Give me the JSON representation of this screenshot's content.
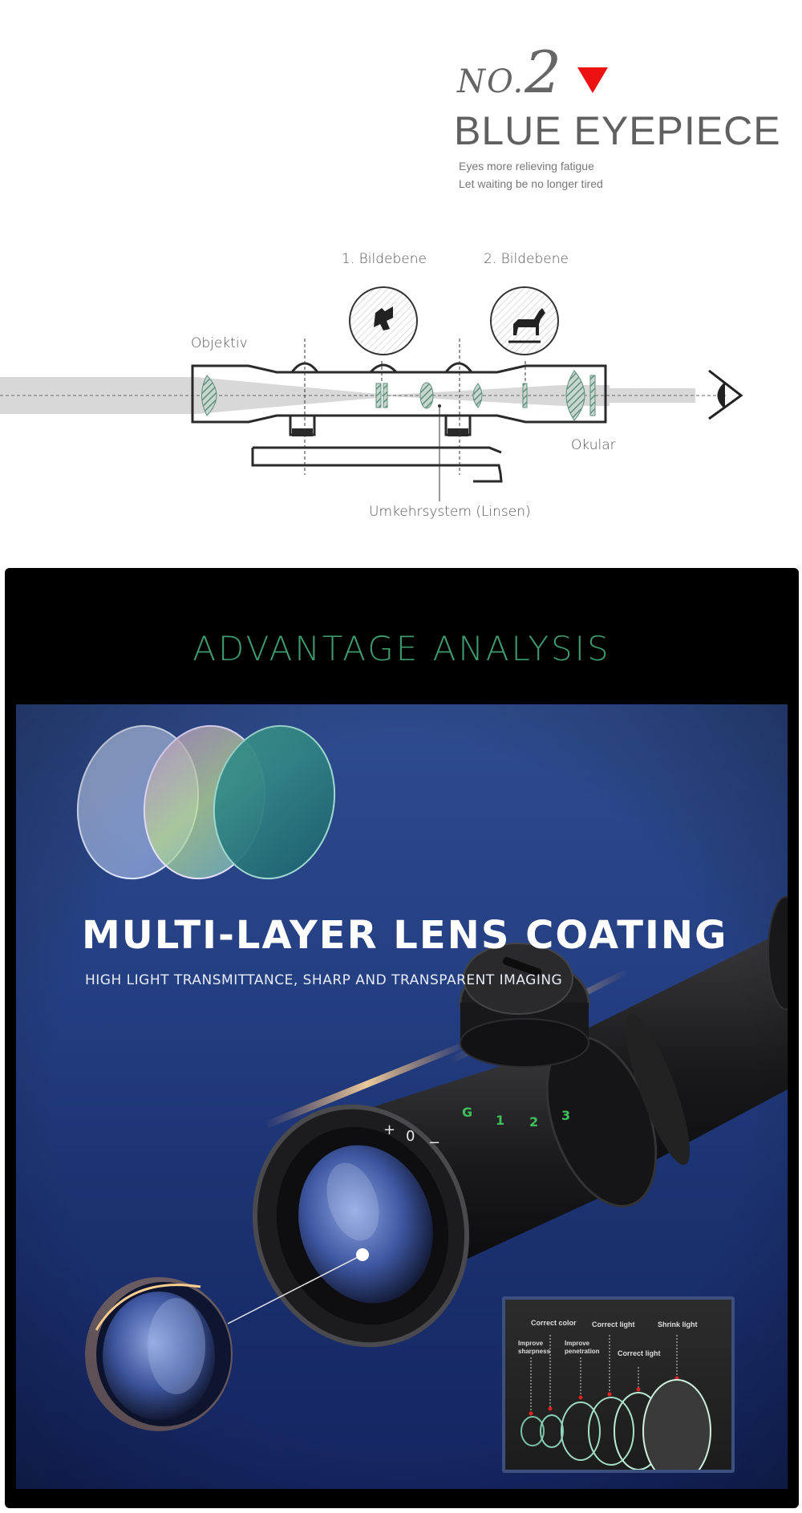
{
  "header": {
    "no_prefix": "NO.",
    "no_number": "2",
    "title": "BLUE EYEPIECE",
    "subtitle_line1": "Eyes more relieving fatigue",
    "subtitle_line2": "Let waiting be no longer tired"
  },
  "diagram": {
    "label_image_plane_1": "1. Bildebene",
    "label_image_plane_2": "2. Bildebene",
    "label_objective": "Objektiv",
    "label_eyepiece": "Okular",
    "label_reversal_system": "Umkehrsystem (Linsen)"
  },
  "panel": {
    "title": "ADVANTAGE ANALYSIS",
    "feature_title": "MULTI-LAYER LENS COATING",
    "feature_subtitle": "HIGH LIGHT TRANSMITTANCE, SHARP AND TRANSPARENT IMAGING",
    "turret_marks": [
      "G",
      "1",
      "2",
      "3"
    ],
    "ring_marks": [
      "+",
      "0",
      "−"
    ],
    "inset": {
      "correct_color": "Correct color",
      "correct_light_1": "Correct light",
      "shrink_light": "Shrink light",
      "improve_sharpness": "Improve sharpness",
      "improve_penetration": "Improve penetration",
      "correct_light_2": "Correct light"
    }
  },
  "colors": {
    "accent_red": "#ee1111",
    "title_gray": "#606060",
    "advantage_green": "#3f9a6e",
    "panel_blue": "#243f82",
    "lens_green": "#5e8f7c"
  }
}
